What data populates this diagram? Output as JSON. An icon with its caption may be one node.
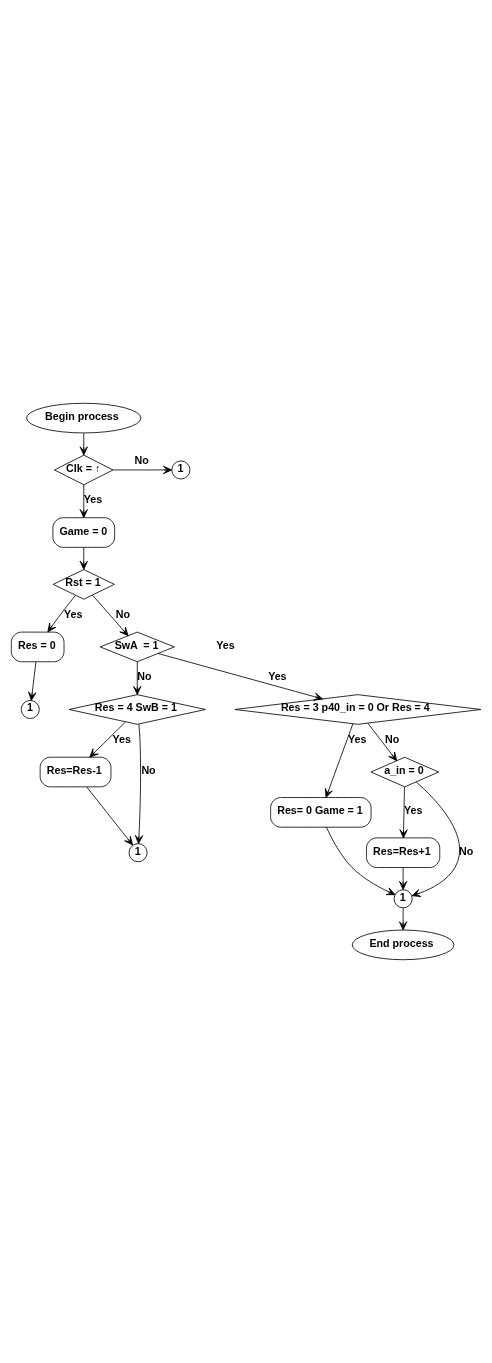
{
  "diagram": {
    "nodes": [
      {
        "text": [
          "Begin process"
        ]
      },
      {
        "text": [
          "Clk = ↑"
        ]
      },
      {
        "text": [
          "1"
        ]
      },
      {
        "text": [
          "Game = 0"
        ]
      },
      {
        "text": [
          "Rst = 1"
        ]
      },
      {
        "text": [
          "Res = 0"
        ]
      },
      {
        "text": [
          "1"
        ]
      },
      {
        "text": [
          "SwA  = 1"
        ]
      },
      {
        "text": [
          "Res = 4 SwB = 1"
        ]
      },
      {
        "text": [
          "Res = 3 p40_in = 0 Or Res = 4"
        ]
      },
      {
        "text": [
          "Res=Res-1"
        ]
      },
      {
        "text": [
          "1"
        ]
      },
      {
        "text": [
          "Res= 0 Game = 1"
        ]
      },
      {
        "text": [
          "a_in = 0"
        ]
      },
      {
        "text": [
          "Res=Res+1"
        ]
      },
      {
        "text": [
          "1"
        ]
      },
      {
        "text": [
          "End process"
        ]
      }
    ],
    "edges": [
      {
        "from": 0,
        "to": 1,
        "arrow": "to"
      },
      {
        "from": 1,
        "to": 2,
        "arrow": "to",
        "label": "No"
      },
      {
        "from": 1,
        "to": 3,
        "arrow": "to",
        "label": "Yes"
      },
      {
        "from": 3,
        "to": 4,
        "arrow": "to"
      },
      {
        "from": 4,
        "to": 5,
        "arrow": "to",
        "label": "Yes"
      },
      {
        "from": 5,
        "to": 6,
        "arrow": "to"
      },
      {
        "from": 4,
        "to": 7,
        "arrow": "to",
        "label": "No"
      },
      {
        "from": 7,
        "to": 8,
        "arrow": "to",
        "label": "No"
      },
      {
        "from": 7,
        "to": 9,
        "arrow": "to",
        "label": "Yes"
      },
      {
        "from": 8,
        "to": 11,
        "arrow": "to",
        "label": "No"
      },
      {
        "from": 8,
        "to": 10,
        "arrow": "to",
        "label": "Yes"
      },
      {
        "from": 10,
        "to": 11,
        "arrow": "to"
      },
      {
        "from": 9,
        "to": 12,
        "arrow": "to",
        "label": "Yes"
      },
      {
        "from": 9,
        "to": 13,
        "arrow": "to",
        "label": "No"
      },
      {
        "from": 13,
        "to": 14,
        "arrow": "to",
        "label": "Yes"
      },
      {
        "from": 13,
        "to": 15,
        "arrow": "to",
        "label": "No"
      },
      {
        "from": 14,
        "to": 15,
        "arrow": "to"
      },
      {
        "from": 12,
        "to": 15,
        "arrow": "to"
      },
      {
        "from": 15,
        "to": 16,
        "arrow": "to"
      }
    ],
    "labels": [
      "Yes"
    ]
  }
}
